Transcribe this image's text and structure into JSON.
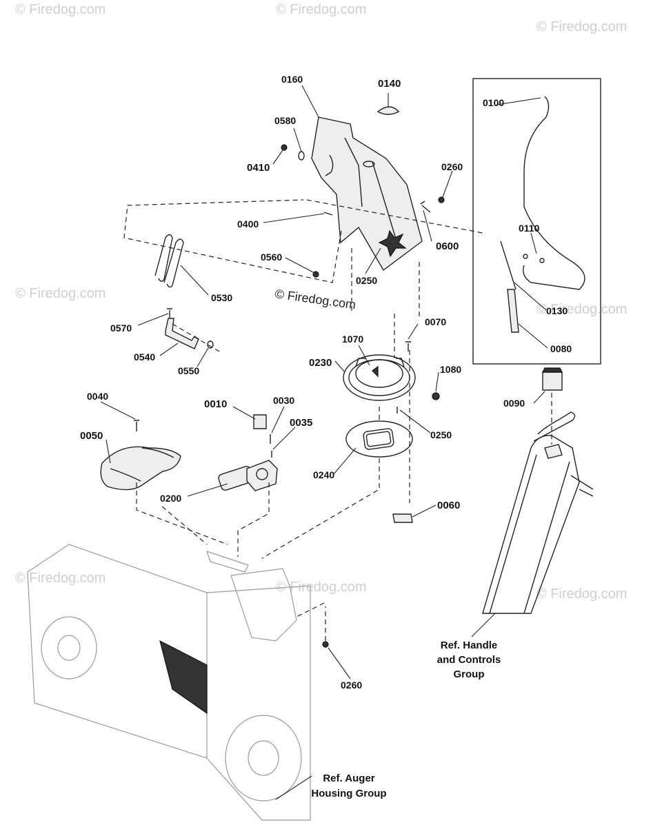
{
  "watermarks": {
    "corner_text": "© Firedog.com",
    "center_text": "© Firedog.com"
  },
  "part_labels": {
    "p0010": "0010",
    "p0030": "0030",
    "p0035": "0035",
    "p0040": "0040",
    "p0050": "0050",
    "p0060": "0060",
    "p0070": "0070",
    "p0080": "0080",
    "p0090": "0090",
    "p0100": "0100",
    "p0110": "0110",
    "p0130": "0130",
    "p0140": "0140",
    "p0160": "0160",
    "p0200": "0200",
    "p0230": "0230",
    "p0240": "0240",
    "p0250_a": "0250",
    "p0250_b": "0250",
    "p0260_a": "0260",
    "p0260_b": "0260",
    "p0400": "0400",
    "p0410": "0410",
    "p0530": "0530",
    "p0540": "0540",
    "p0550": "0550",
    "p0560": "0560",
    "p0570": "0570",
    "p0580": "0580",
    "p0600": "0600",
    "p1070": "1070",
    "p1080": "1080"
  },
  "references": {
    "handle_line1": "Ref. Handle",
    "handle_line2": "and Controls",
    "handle_line3": "Group",
    "auger_line1": "Ref. Auger",
    "auger_line2": "Housing Group"
  }
}
